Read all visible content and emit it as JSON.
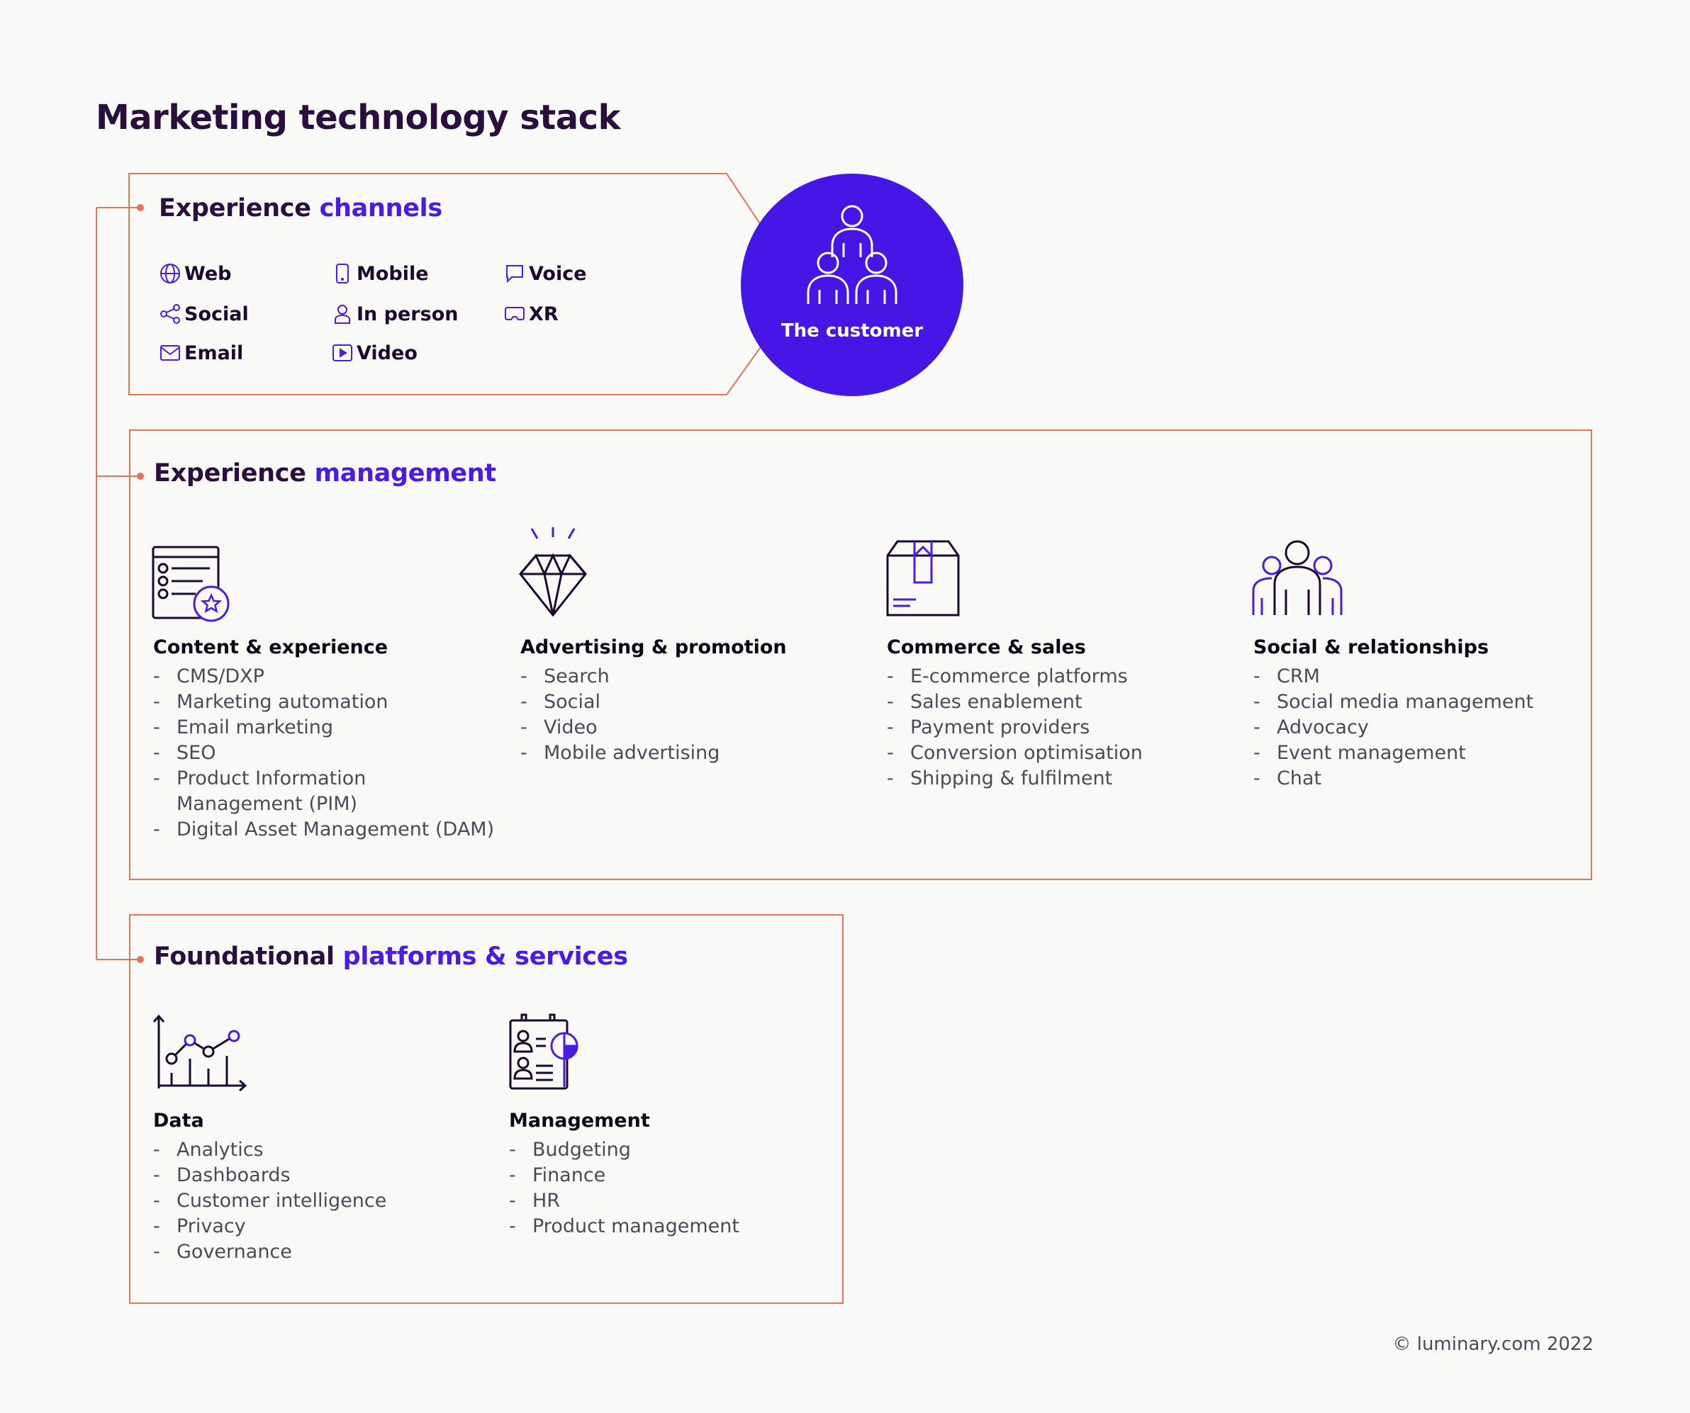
{
  "title": "Marketing technology stack",
  "colors": {
    "accent": "#4a1ae6",
    "border": "#e8725a",
    "dark": "#2a0f3e",
    "customer": "#4516e6"
  },
  "customer": {
    "label": "The customer",
    "icon": "people-group-icon"
  },
  "experience_channels": {
    "title_main": "Experience",
    "title_accent": "channels",
    "items": [
      {
        "label": "Web",
        "icon": "globe-icon"
      },
      {
        "label": "Mobile",
        "icon": "mobile-icon"
      },
      {
        "label": "Voice",
        "icon": "speech-bubble-icon"
      },
      {
        "label": "Social",
        "icon": "share-icon"
      },
      {
        "label": "In person",
        "icon": "person-icon"
      },
      {
        "label": "XR",
        "icon": "vr-headset-icon"
      },
      {
        "label": "Email",
        "icon": "envelope-icon"
      },
      {
        "label": "Video",
        "icon": "play-icon"
      }
    ]
  },
  "experience_management": {
    "title_main": "Experience",
    "title_accent": "management",
    "categories": [
      {
        "title": "Content & experience",
        "icon": "checklist-star-icon",
        "items": [
          "CMS/DXP",
          "Marketing automation",
          "Email marketing",
          "SEO",
          "Product Information Management (PIM)",
          "Digital Asset Management (DAM)"
        ]
      },
      {
        "title": "Advertising & promotion",
        "icon": "diamond-icon",
        "items": [
          "Search",
          "Social",
          "Video",
          "Mobile advertising"
        ]
      },
      {
        "title": "Commerce & sales",
        "icon": "package-box-icon",
        "items": [
          "E-commerce platforms",
          "Sales enablement",
          "Payment providers",
          "Conversion optimisation",
          "Shipping & fulfilment"
        ]
      },
      {
        "title": "Social & relationships",
        "icon": "community-icon",
        "items": [
          "CRM",
          "Social media management",
          "Advocacy",
          "Event management",
          "Chat"
        ]
      }
    ]
  },
  "foundational": {
    "title_main": "Foundational",
    "title_accent": "platforms & services",
    "categories": [
      {
        "title": "Data",
        "icon": "line-chart-icon",
        "items": [
          "Analytics",
          "Dashboards",
          "Customer intelligence",
          "Privacy",
          "Governance"
        ]
      },
      {
        "title": "Management",
        "icon": "org-report-icon",
        "items": [
          "Budgeting",
          "Finance",
          "HR",
          "Product management"
        ]
      }
    ]
  },
  "footer": "© luminary.com 2022"
}
